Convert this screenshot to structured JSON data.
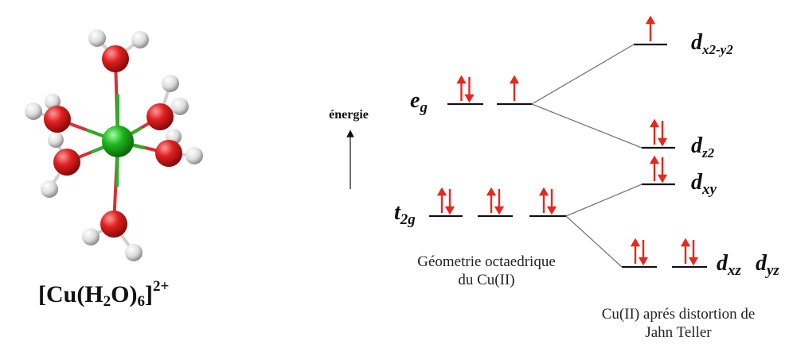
{
  "molecule": {
    "formula_parts": [
      "[Cu(H",
      "2",
      "O)",
      "6",
      "]",
      "2+"
    ]
  },
  "diagram": {
    "energy_label": "énergie",
    "octahedral": {
      "eg": {
        "symbol": "e",
        "subscript": "g",
        "electrons": [
          2,
          1
        ]
      },
      "t2g": {
        "symbol": "t",
        "subscript": "2g",
        "electrons": [
          2,
          2,
          2
        ]
      },
      "caption_lines": [
        "Géometrie octaedrique",
        "du Cu(II)"
      ]
    },
    "jahn_teller": {
      "levels": [
        {
          "label": "d",
          "subscript": "x2-y2",
          "electrons": [
            1
          ]
        },
        {
          "label": "d",
          "subscript": "z2",
          "electrons": [
            2
          ]
        },
        {
          "label": "d",
          "subscript": "xy",
          "electrons": [
            2
          ]
        },
        {
          "label": "d",
          "subscript": "xz",
          "label2": "d",
          "subscript2": "yz",
          "electrons": [
            2,
            2
          ]
        }
      ],
      "caption_lines": [
        "Cu(II) aprés distortion de",
        "Jahn Teller"
      ]
    }
  },
  "colors": {
    "spin_arrow": "#e8261c",
    "level_line": "#111111",
    "connector": "#777777",
    "oxygen": "#d81b1b",
    "copper": "#1fb01f",
    "hydrogen": "#d8d8d8"
  }
}
